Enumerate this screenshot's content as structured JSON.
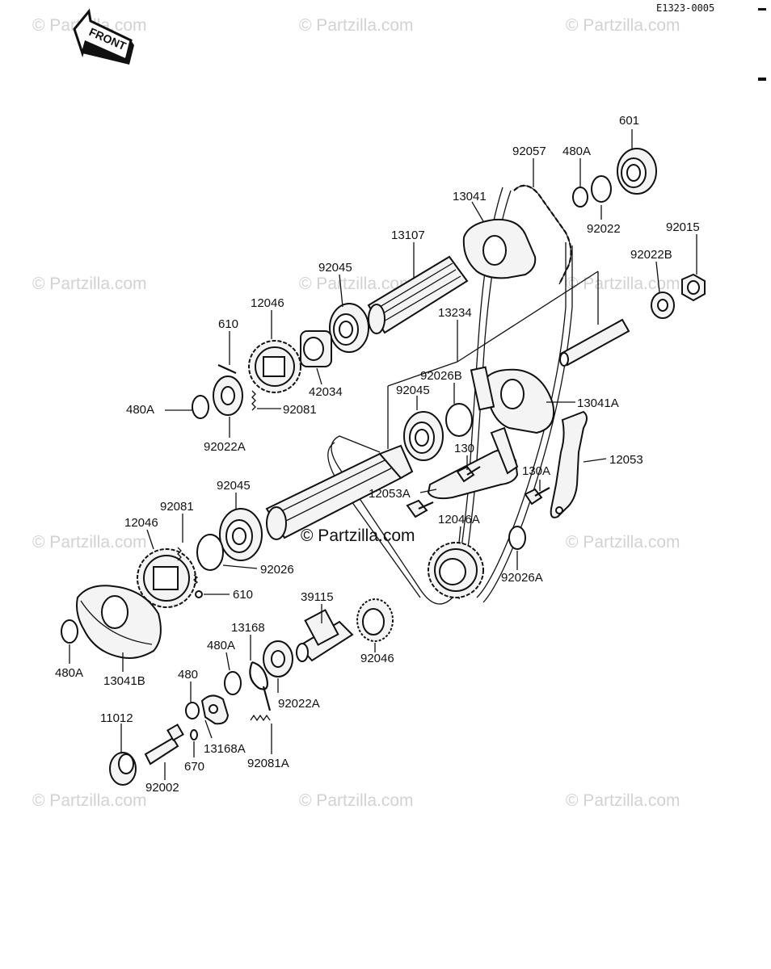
{
  "diagram": {
    "code": "E1323-0005",
    "front_label": "FRONT",
    "watermark": "© Partzilla.com",
    "watermark_center": "© Partzilla.com",
    "labels": [
      {
        "id": "601",
        "text": "601"
      },
      {
        "id": "92057",
        "text": "92057"
      },
      {
        "id": "480A_top",
        "text": "480A"
      },
      {
        "id": "13041",
        "text": "13041"
      },
      {
        "id": "92022_top",
        "text": "92022"
      },
      {
        "id": "92015",
        "text": "92015"
      },
      {
        "id": "92022B",
        "text": "92022B"
      },
      {
        "id": "13107",
        "text": "13107"
      },
      {
        "id": "92045_top",
        "text": "92045"
      },
      {
        "id": "12046_top",
        "text": "12046"
      },
      {
        "id": "610_top",
        "text": "610"
      },
      {
        "id": "13234",
        "text": "13234"
      },
      {
        "id": "92026B",
        "text": "92026B"
      },
      {
        "id": "42034",
        "text": "42034"
      },
      {
        "id": "92045_mid",
        "text": "92045"
      },
      {
        "id": "13041A",
        "text": "13041A"
      },
      {
        "id": "480A_left",
        "text": "480A"
      },
      {
        "id": "92081_top",
        "text": "92081"
      },
      {
        "id": "92022A_left",
        "text": "92022A"
      },
      {
        "id": "130",
        "text": "130"
      },
      {
        "id": "12053",
        "text": "12053"
      },
      {
        "id": "130A",
        "text": "130A"
      },
      {
        "id": "92045_low",
        "text": "92045"
      },
      {
        "id": "12053A",
        "text": "12053A"
      },
      {
        "id": "92081_left",
        "text": "92081"
      },
      {
        "id": "12046A",
        "text": "12046A"
      },
      {
        "id": "12046_left",
        "text": "12046"
      },
      {
        "id": "92026",
        "text": "92026"
      },
      {
        "id": "92026A",
        "text": "92026A"
      },
      {
        "id": "610_low",
        "text": "610"
      },
      {
        "id": "39115",
        "text": "39115"
      },
      {
        "id": "13168",
        "text": "13168"
      },
      {
        "id": "480A_low",
        "text": "480A"
      },
      {
        "id": "92046",
        "text": "92046"
      },
      {
        "id": "480A_far",
        "text": "480A"
      },
      {
        "id": "13041B",
        "text": "13041B"
      },
      {
        "id": "480",
        "text": "480"
      },
      {
        "id": "92022A_low",
        "text": "92022A"
      },
      {
        "id": "11012",
        "text": "11012"
      },
      {
        "id": "13168A",
        "text": "13168A"
      },
      {
        "id": "670",
        "text": "670"
      },
      {
        "id": "92081A",
        "text": "92081A"
      },
      {
        "id": "92002",
        "text": "92002"
      }
    ]
  }
}
